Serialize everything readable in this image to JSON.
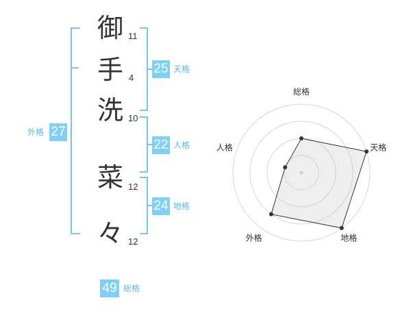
{
  "name": {
    "characters": [
      {
        "char": "御",
        "strokes": "11"
      },
      {
        "char": "手",
        "strokes": "4"
      },
      {
        "char": "洗",
        "strokes": "10"
      },
      {
        "char": "菜",
        "strokes": "12"
      },
      {
        "char": "々",
        "strokes": "12"
      }
    ]
  },
  "fortunes": {
    "tenkaku": {
      "value": "25",
      "label": "天格"
    },
    "jinkaku": {
      "value": "22",
      "label": "人格"
    },
    "chikaku": {
      "value": "24",
      "label": "地格"
    },
    "gaikaku": {
      "value": "27",
      "label": "外格"
    },
    "soukaku": {
      "value": "49",
      "label": "総格"
    }
  },
  "colors": {
    "accent": "#7fd0f7",
    "bracket": "#7cc4ec",
    "label": "#5bb8e8"
  },
  "chart_data": {
    "type": "radar",
    "axes": [
      "総格",
      "天格",
      "地格",
      "外格",
      "人格"
    ],
    "rings": 4,
    "series": [
      {
        "values": [
          2,
          4,
          4,
          3,
          1
        ]
      }
    ]
  }
}
